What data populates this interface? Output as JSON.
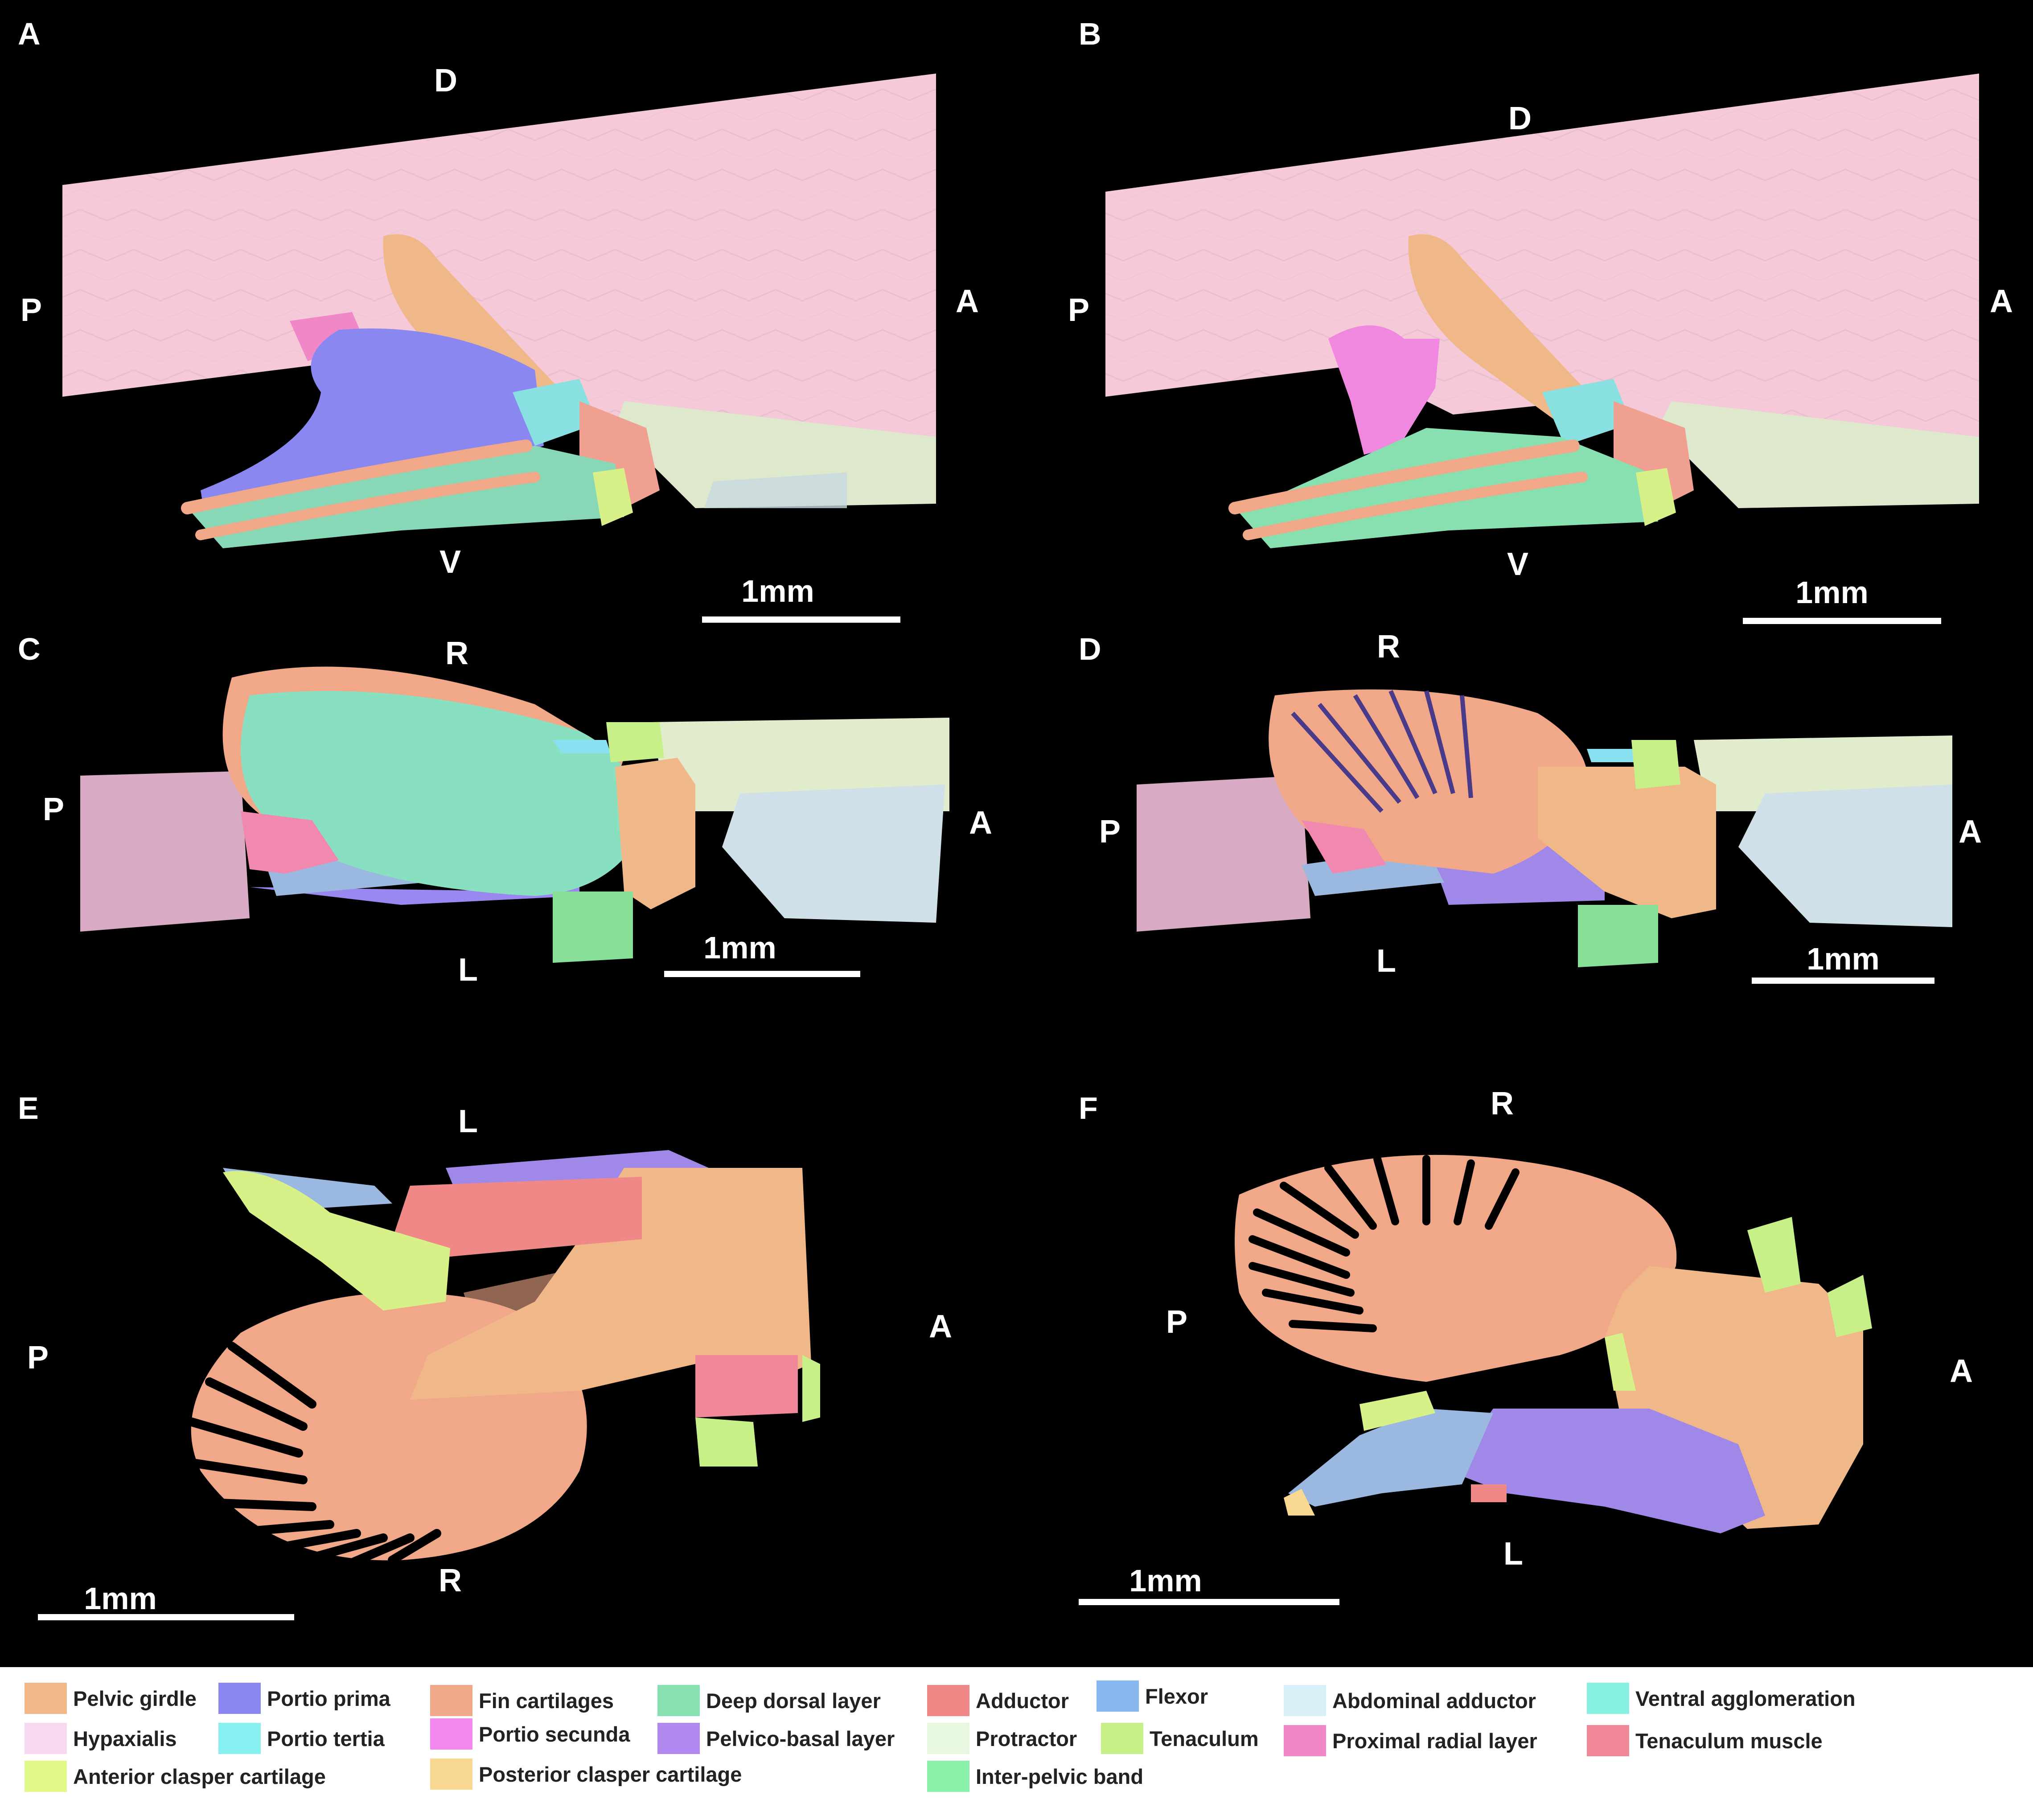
{
  "panels": {
    "A": {
      "letter": "A",
      "top": "D",
      "bottom": "V",
      "left": "P",
      "right": "A",
      "scale": "1mm"
    },
    "B": {
      "letter": "B",
      "top": "D",
      "bottom": "V",
      "left": "P",
      "right": "A",
      "scale": "1mm"
    },
    "C": {
      "letter": "C",
      "top": "R",
      "bottom": "L",
      "left": "P",
      "right": "A",
      "scale": "1mm"
    },
    "D": {
      "letter": "D",
      "top": "R",
      "bottom": "L",
      "left": "P",
      "right": "A",
      "scale": "1mm"
    },
    "E": {
      "letter": "E",
      "top": "L",
      "bottom": "R",
      "left": "P",
      "right": "A",
      "scale": "1mm"
    },
    "F": {
      "letter": "F",
      "top": "R",
      "bottom": "L",
      "left": "P",
      "right": "A",
      "scale": "1mm"
    }
  },
  "legend": [
    {
      "label": "Pelvic girdle",
      "color": "#f0b888"
    },
    {
      "label": "Portio prima",
      "color": "#8a88f0"
    },
    {
      "label": "Fin cartilages",
      "color": "#f0a888"
    },
    {
      "label": "Deep dorsal layer",
      "color": "#88e0b0"
    },
    {
      "label": "Adductor",
      "color": "#f08888"
    },
    {
      "label": "Flexor",
      "color": "#88b8f0"
    },
    {
      "label": "Abdominal adductor",
      "color": "#d8f0f8"
    },
    {
      "label": "Ventral agglomeration",
      "color": "#88f0e0"
    },
    {
      "label": "Hypaxialis",
      "color": "#f8d8f0"
    },
    {
      "label": "Portio tertia",
      "color": "#88f0f0"
    },
    {
      "label": "Portio secunda",
      "color": "#f088f0"
    },
    {
      "label": "Pelvico-basal layer",
      "color": "#b088f0"
    },
    {
      "label": "Protractor",
      "color": "#e8f8e0"
    },
    {
      "label": "Tenaculum",
      "color": "#c8f088"
    },
    {
      "label": "Proximal radial layer",
      "color": "#f088c8"
    },
    {
      "label": "Tenaculum muscle",
      "color": "#f08898"
    },
    {
      "label": "Anterior clasper cartilage",
      "color": "#e0f888"
    },
    {
      "label": "Posterior clasper cartilage",
      "color": "#f8d890"
    },
    {
      "label": "Inter-pelvic band",
      "color": "#88f0a8"
    }
  ]
}
